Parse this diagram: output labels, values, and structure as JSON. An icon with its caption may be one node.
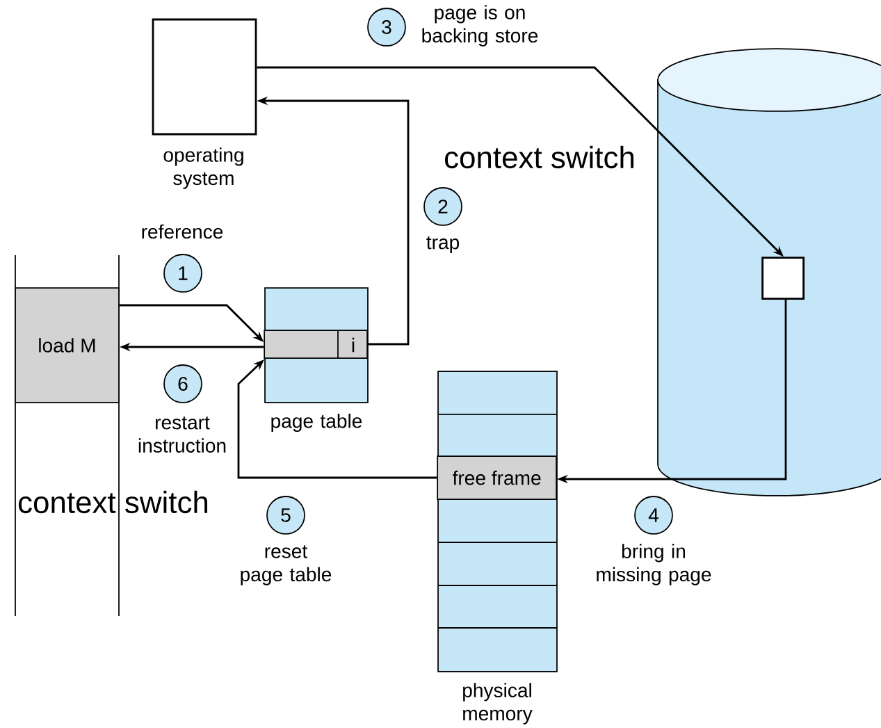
{
  "diagram": {
    "nodes": [
      {
        "text": [
          "operating system"
        ]
      },
      {
        "text": [],
        "shape": "cylinder"
      },
      {
        "text": [],
        "shape": "box",
        "in": 1
      },
      {
        "text": [
          "load M"
        ]
      },
      {
        "text": [
          "page table"
        ]
      },
      {
        "text": [
          "i"
        ],
        "in": 4
      },
      {
        "text": [
          "physical memory"
        ]
      },
      {
        "text": [
          "free frame"
        ],
        "in": 6
      },
      {
        "text": [
          "1"
        ],
        "beside": [
          "reference"
        ]
      },
      {
        "text": [
          "2"
        ],
        "beside": [
          "trap"
        ]
      },
      {
        "text": [
          "3"
        ],
        "beside": [
          "page is on backing store"
        ]
      },
      {
        "text": [
          "4"
        ],
        "beside": [
          "bring in missing page"
        ]
      },
      {
        "text": [
          "5"
        ],
        "beside": [
          "reset page table"
        ]
      },
      {
        "text": [
          "6"
        ],
        "beside": [
          "restart instruction"
        ]
      }
    ],
    "edges": [
      {
        "from": 3,
        "to": 5,
        "arrow": "to"
      },
      {
        "from": 5,
        "to": 0,
        "arrow": "to"
      },
      {
        "from": 0,
        "to": 2,
        "arrow": "to"
      },
      {
        "from": 2,
        "to": 7,
        "arrow": "to"
      },
      {
        "from": 7,
        "to": 4,
        "arrow": "to"
      },
      {
        "from": 5,
        "to": 3,
        "arrow": "to"
      }
    ],
    "labels": [
      "context switch",
      "context switch"
    ]
  }
}
